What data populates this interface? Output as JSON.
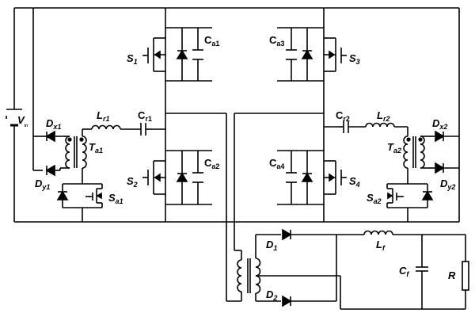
{
  "labels": {
    "vin": {
      "main": "V",
      "sub": "in"
    },
    "s1": {
      "main": "S",
      "sub": "1"
    },
    "s2": {
      "main": "S",
      "sub": "2"
    },
    "s3": {
      "main": "S",
      "sub": "3"
    },
    "s4": {
      "main": "S",
      "sub": "4"
    },
    "ca1": {
      "main": "C",
      "sub": "a1"
    },
    "ca2": {
      "main": "C",
      "sub": "a2"
    },
    "ca3": {
      "main": "C",
      "sub": "a3"
    },
    "ca4": {
      "main": "C",
      "sub": "a4"
    },
    "cr1": {
      "main": "C",
      "sub": "r1"
    },
    "cr2": {
      "main": "C",
      "sub": "r2"
    },
    "lr1": {
      "main": "L",
      "sub": "r1"
    },
    "lr2": {
      "main": "L",
      "sub": "r2"
    },
    "dx1": {
      "main": "D",
      "sub": "x1"
    },
    "dy1": {
      "main": "D",
      "sub": "y1"
    },
    "dx2": {
      "main": "D",
      "sub": "x2"
    },
    "dy2": {
      "main": "D",
      "sub": "y2"
    },
    "ta1": {
      "main": "T",
      "sub": "a1"
    },
    "ta2": {
      "main": "T",
      "sub": "a2"
    },
    "sa1": {
      "main": "S",
      "sub": "a1"
    },
    "sa2": {
      "main": "S",
      "sub": "a2"
    },
    "d1": {
      "main": "D",
      "sub": "1"
    },
    "d2": {
      "main": "D",
      "sub": "2"
    },
    "lf": {
      "main": "L",
      "sub": "f"
    },
    "cf": {
      "main": "C",
      "sub": "f"
    },
    "r": {
      "main": "R"
    }
  },
  "colors": {
    "wire": "#000000",
    "background": "#ffffff"
  }
}
